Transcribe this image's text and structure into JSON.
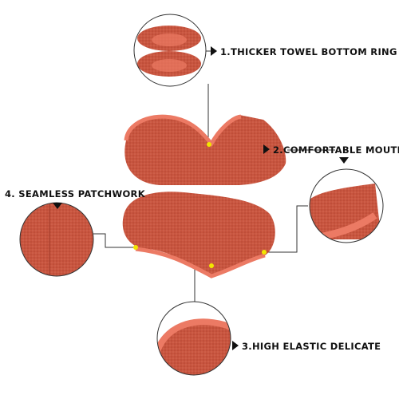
{
  "features": [
    {
      "id": "towel_bottom",
      "text": "1.THICKER TOWEL BOTTOM RING"
    },
    {
      "id": "mouth",
      "text": "2.COMFORTABLE MOUTH"
    },
    {
      "id": "elastic",
      "text": "3.HIGH ELASTIC DELICATE"
    },
    {
      "id": "patchwork",
      "text": "4. SEAMLESS  PATCHWORK"
    }
  ],
  "colors": {
    "sock": "#c9553f",
    "sock_dark": "#a8412f",
    "trim": "#ec7a64",
    "marker_dot": "#f2e600",
    "line": "#333333"
  }
}
